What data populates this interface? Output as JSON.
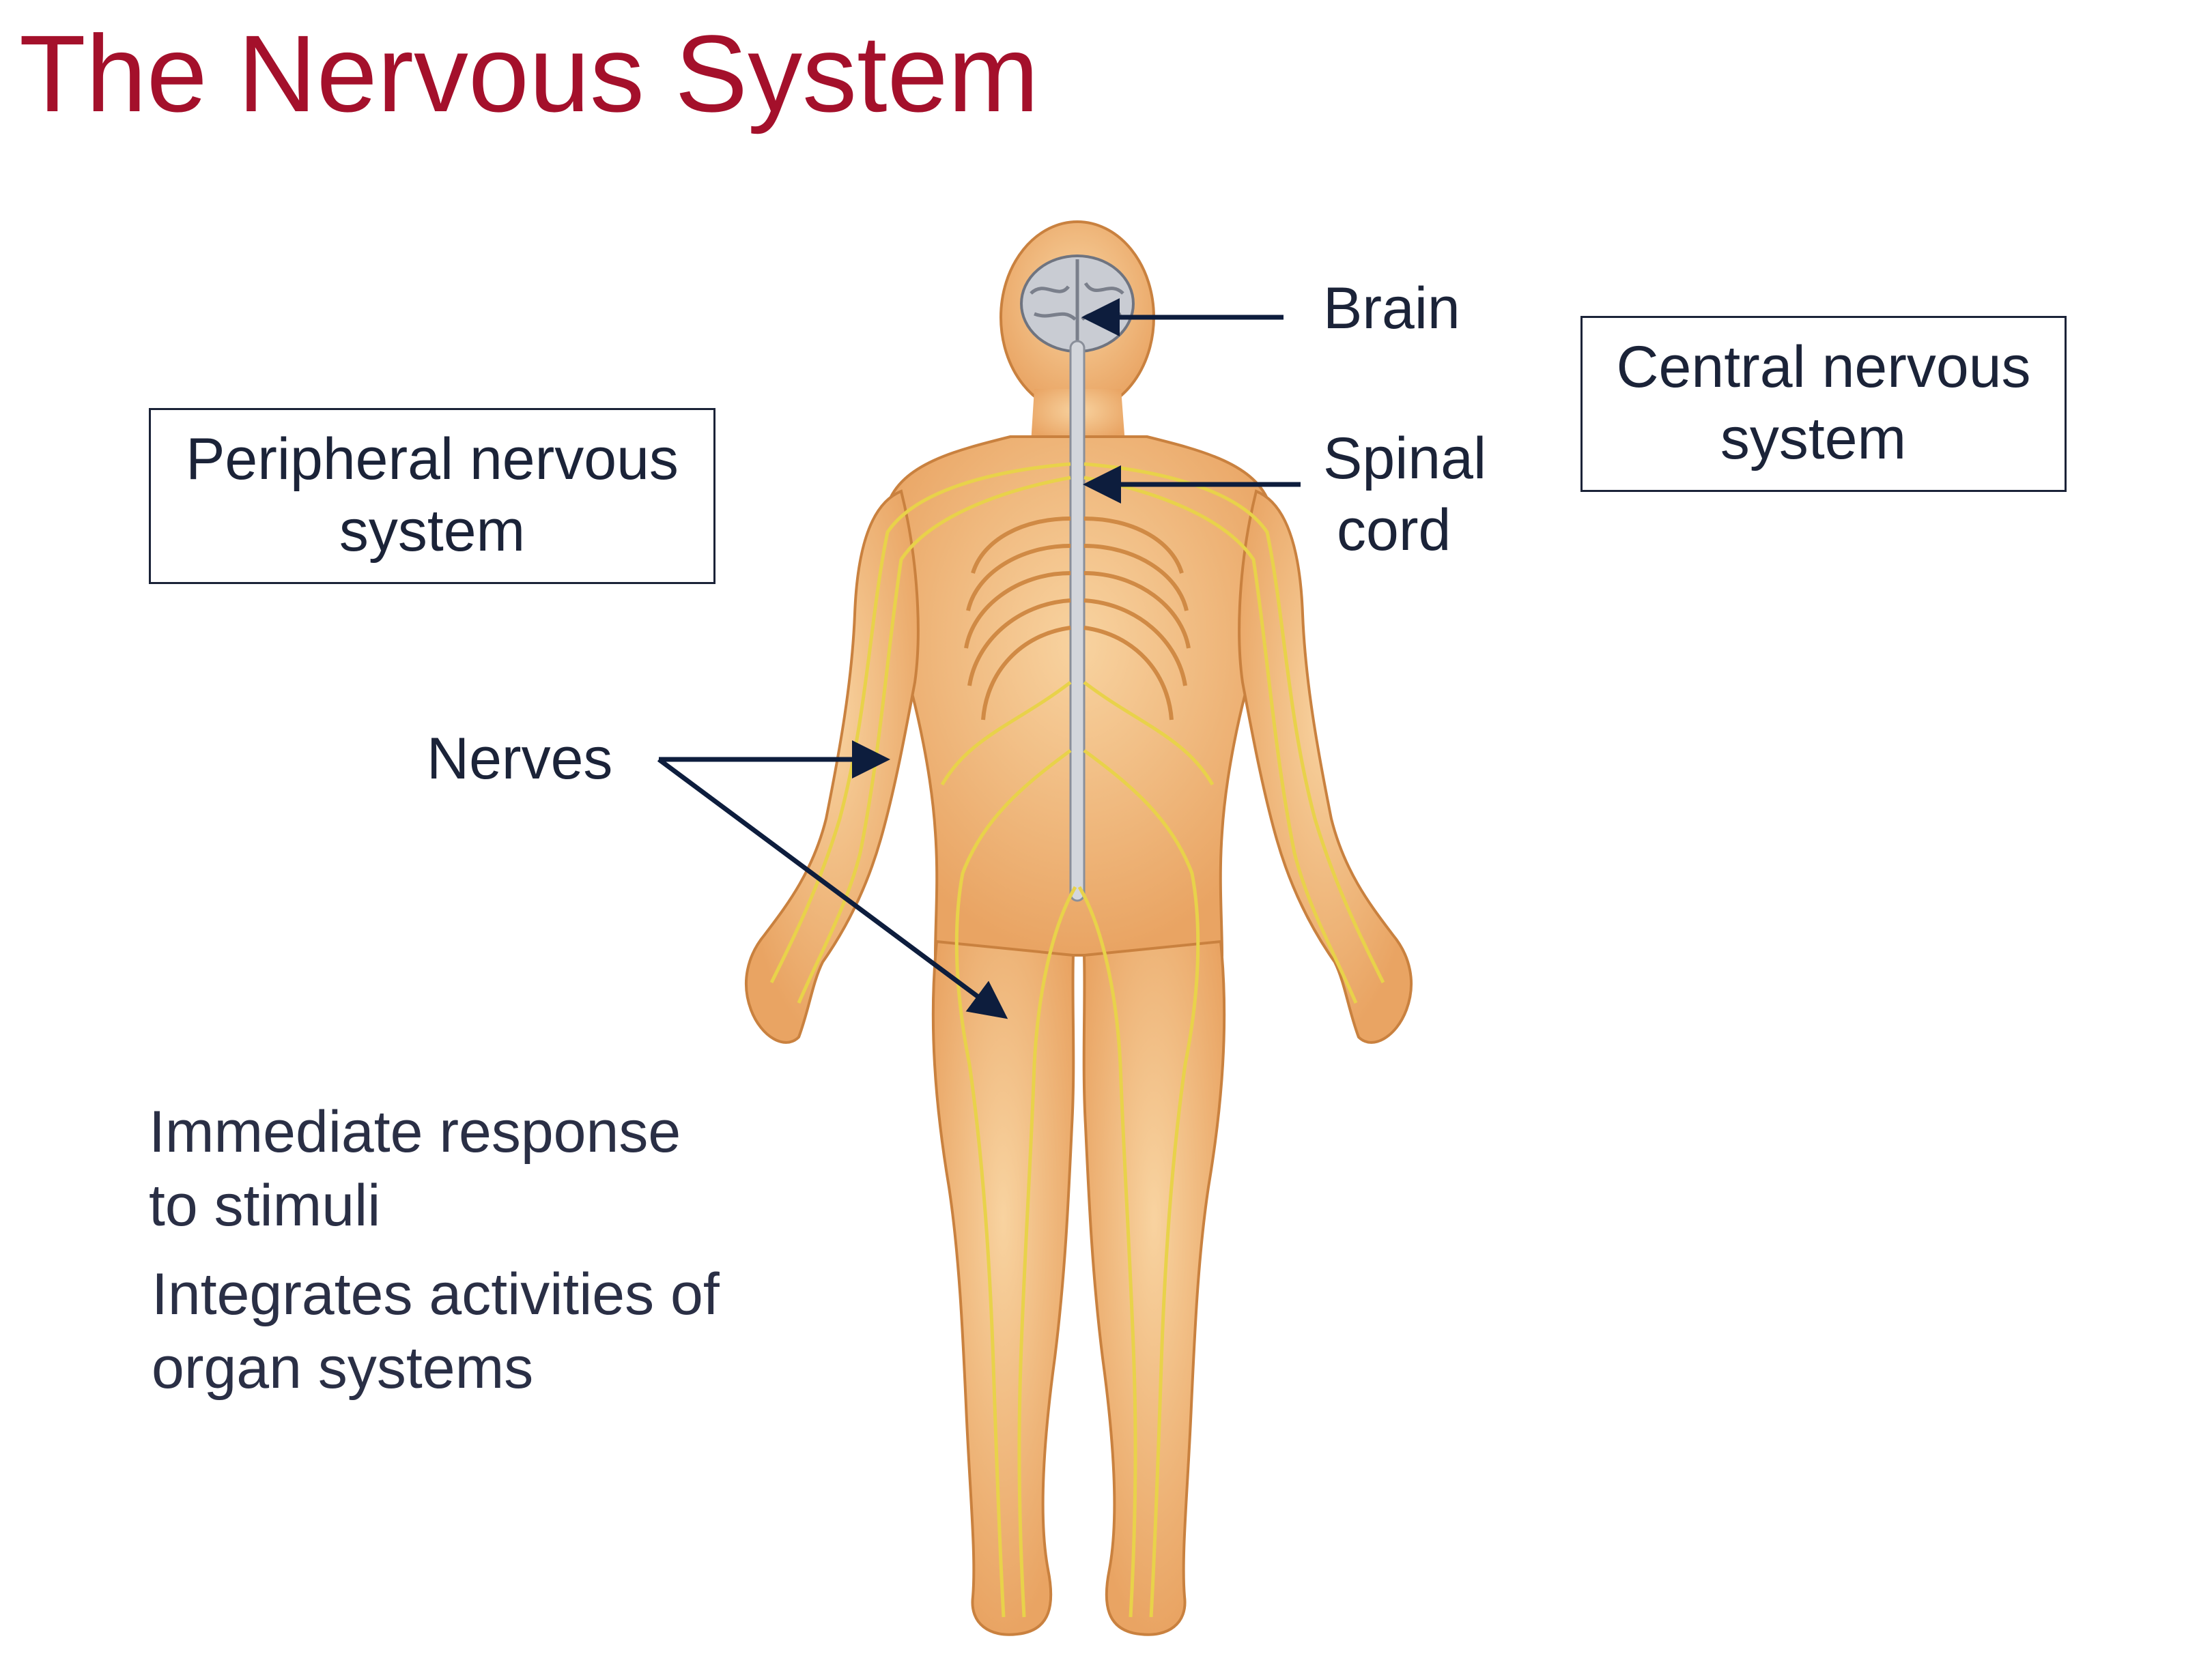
{
  "title": "The Nervous System",
  "labels": {
    "brain": "Brain",
    "spinal_line1": "Spinal",
    "spinal_line2": "cord",
    "nerves": "Nerves"
  },
  "boxes": {
    "peripheral": [
      "Peripheral nervous",
      "system"
    ],
    "central": [
      "Central nervous",
      "system"
    ]
  },
  "notes": [
    [
      "Immediate response",
      "to stimuli"
    ],
    [
      "Integrates activities of",
      "organ systems"
    ]
  ],
  "colors": {
    "title": "#a4102b",
    "text": "#1b2338",
    "skin": "#f2b77a",
    "skin_dark": "#d9934f",
    "nerve": "#e8d24a",
    "brain": "#c9ccd3",
    "arrow": "#0d1d3d"
  }
}
